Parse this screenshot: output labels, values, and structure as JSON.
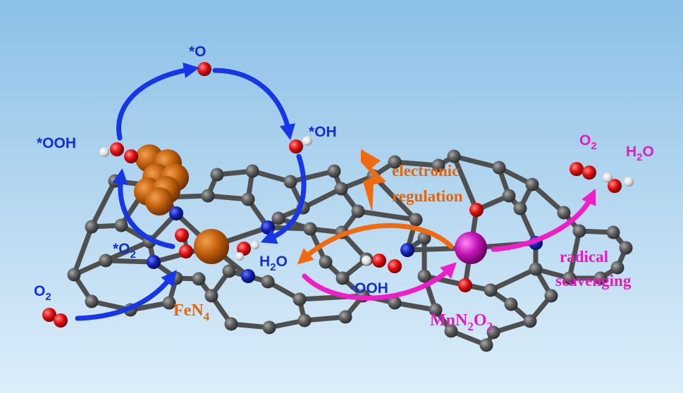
{
  "colors": {
    "background_top": "#8cc0e6",
    "background_bottom": "#ddeefa",
    "carbon": "#5c5c5c",
    "bond": "#4f4f4f",
    "nitrogen": "#1424b4",
    "oxygen": "#e01010",
    "hydrogen": "#e8e8e8",
    "iron": "#c2600c",
    "manganese": "#c415b8",
    "blue_arrow": "#1736e6",
    "orange_arrow": "#f06a10",
    "magenta_arrow": "#ee1fc9",
    "blue_label": "#1530d0",
    "orange_label": "#e2650f",
    "magenta_label": "#e31cc0"
  },
  "labels": {
    "star_o": "*O",
    "star_oh": "*OH",
    "star_ooh": "*OOH",
    "star_o2_base": "*O",
    "star_o2_sub": "2",
    "o2_left_base": "O",
    "o2_left_sub": "2",
    "h2o_center_h": "H",
    "h2o_center_sub": "2",
    "h2o_center_o": "O",
    "fen4_base": "FeN",
    "fen4_sub": "4",
    "electronic": "electronic",
    "regulation": "regulation",
    "ooh_radical": "·OOH",
    "mnn2o2_mn": "MnN",
    "mnn2o2_sub1": "2",
    "mnn2o2_o": "O",
    "mnn2o2_sub2": "2",
    "o2_right_base": "O",
    "o2_right_sub": "2",
    "h2o_right_h": "H",
    "h2o_right_sub": "2",
    "h2o_right_o": "O",
    "radical": "radical",
    "scavenging": "scavenging"
  }
}
